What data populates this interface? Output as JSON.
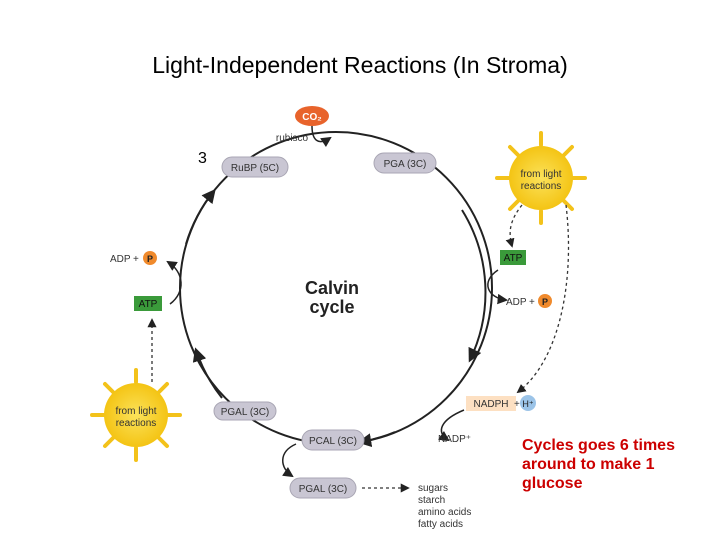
{
  "title": "Light-Independent Reactions (In Stroma)",
  "step_number": "3",
  "note": "Cycles goes 6 times around to make 1 glucose",
  "diagram": {
    "center_line1": "Calvin",
    "center_line2": "cycle",
    "co2": "CO₂",
    "rubisco": "rubisco",
    "rubp": "RuBP (5C)",
    "pga": "PGA (3C)",
    "pgal_left": "PGAL (3C)",
    "pcal_bottom": "PCAL (3C)",
    "pgal_out": "PGAL (3C)",
    "sun_line1": "from light",
    "sun_line2": "reactions",
    "atp": "ATP",
    "adp": "ADP",
    "plus": "+",
    "p": "P",
    "nadph": "NADPH",
    "h_plus": "H⁺",
    "nadp_plus": "NADP⁺",
    "products": [
      "sugars",
      "starch",
      "amino acids",
      "fatty acids"
    ]
  },
  "colors": {
    "sun": "#f7d21e",
    "sun_rays": "#f3c21a",
    "phosphate": "#f08a2c",
    "co2": "#e8632b",
    "atp_box": "#3a9a3a",
    "molecule_pill": "#c9c6d3",
    "arrow": "#222222",
    "note": "#cc0000"
  }
}
